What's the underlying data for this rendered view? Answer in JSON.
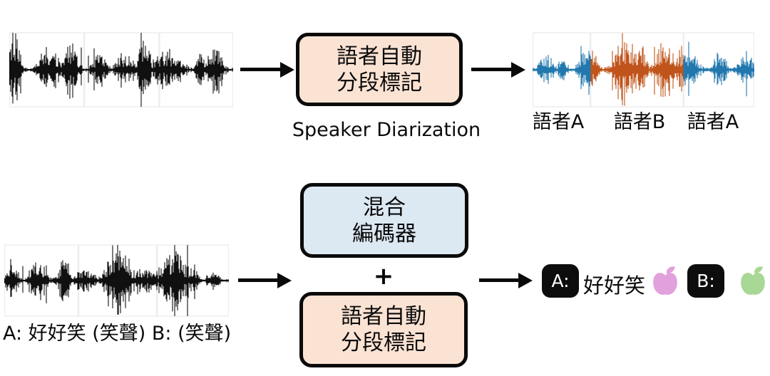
{
  "colors": {
    "peach_box": "#fbe3d4",
    "blue_box": "#dce8f2",
    "outline": "#0a0a0a",
    "wave_black": "#111111",
    "speaker_a_blue": "#2278ae",
    "speaker_b_orange": "#c0551c",
    "apple_pink": "#e2a0dc",
    "apple_green": "#a8d896",
    "badge_bg": "#0d0d0d",
    "badge_text": "#ffffff"
  },
  "top_row": {
    "process_box": {
      "line1": "語者自動",
      "line2": "分段標記"
    },
    "caption": "Speaker Diarization",
    "output_labels": [
      "語者A",
      "語者B",
      "語者A"
    ]
  },
  "bottom_row": {
    "input_caption": "A: 好好笑 (笑聲) B: (笑聲)",
    "encoder_box": {
      "line1": "混合",
      "line2": "編碼器"
    },
    "plus": "+",
    "diarization_box": {
      "line1": "語者自動",
      "line2": "分段標記"
    },
    "output": {
      "speaker_a_tag": "A:",
      "speaker_a_text": "好好笑",
      "speaker_b_tag": "B:"
    }
  },
  "waveforms": {
    "input_top": {
      "seed": 7,
      "segments": [
        {
          "from": 0,
          "to": 0.335,
          "color": "#111111"
        },
        {
          "from": 0.335,
          "to": 0.67,
          "color": "#111111"
        },
        {
          "from": 0.67,
          "to": 1,
          "color": "#111111"
        }
      ]
    },
    "diarized_top": {
      "seed": 13,
      "segments": [
        {
          "from": 0,
          "to": 0.261,
          "color": "#2278ae",
          "label": "語者A"
        },
        {
          "from": 0.261,
          "to": 0.681,
          "color": "#c0551c",
          "label": "語者B"
        },
        {
          "from": 0.681,
          "to": 1,
          "color": "#2278ae",
          "label": "語者A"
        }
      ]
    },
    "input_bottom": {
      "seed": 29,
      "segments": [
        {
          "from": 0,
          "to": 0.33,
          "color": "#111111"
        },
        {
          "from": 0.33,
          "to": 0.68,
          "color": "#111111"
        },
        {
          "from": 0.68,
          "to": 1,
          "color": "#111111"
        }
      ]
    }
  }
}
